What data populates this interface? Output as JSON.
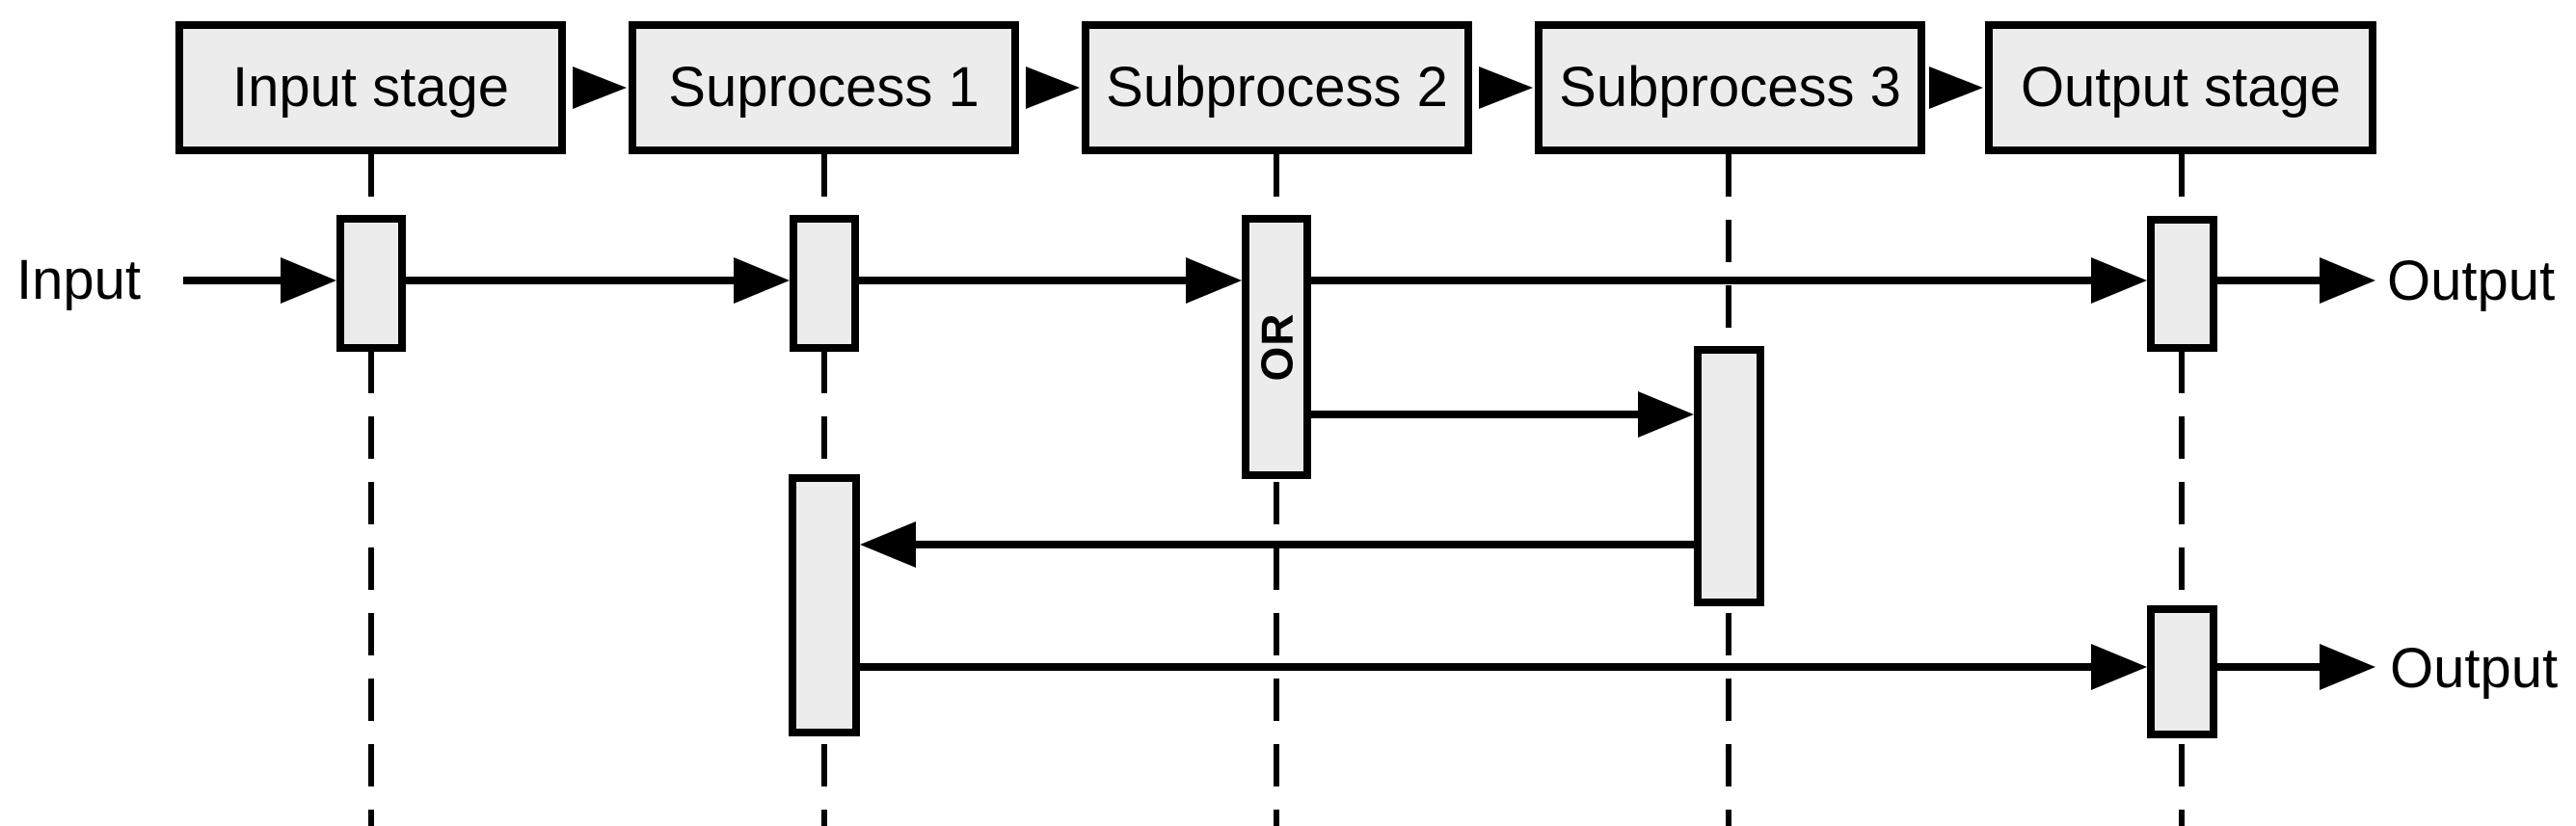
{
  "stages": [
    {
      "label": "Input stage"
    },
    {
      "label": "Suprocess 1"
    },
    {
      "label": "Subprocess 2"
    },
    {
      "label": "Subprocess 3"
    },
    {
      "label": "Output stage"
    }
  ],
  "flow_labels": {
    "input": "Input",
    "output_top": "Output",
    "output_bottom": "Output"
  },
  "or_label": "OR",
  "edges": [
    {
      "from": "Input",
      "to": "Input stage"
    },
    {
      "from": "Input stage",
      "to": "Suprocess 1"
    },
    {
      "from": "Suprocess 1",
      "to": "Subprocess 2"
    },
    {
      "from": "Subprocess 2 (OR)",
      "to": "Output stage"
    },
    {
      "from": "Subprocess 2 (OR)",
      "to": "Subprocess 3"
    },
    {
      "from": "Subprocess 3",
      "to": "Suprocess 1"
    },
    {
      "from": "Suprocess 1",
      "to": "Output stage"
    },
    {
      "from": "Output stage",
      "to": "Output"
    },
    {
      "from": "Output stage",
      "to": "Output (second)"
    }
  ],
  "colors": {
    "shape_fill": "#ececec",
    "stroke": "#000000",
    "canvas_background": "#ffffff"
  }
}
